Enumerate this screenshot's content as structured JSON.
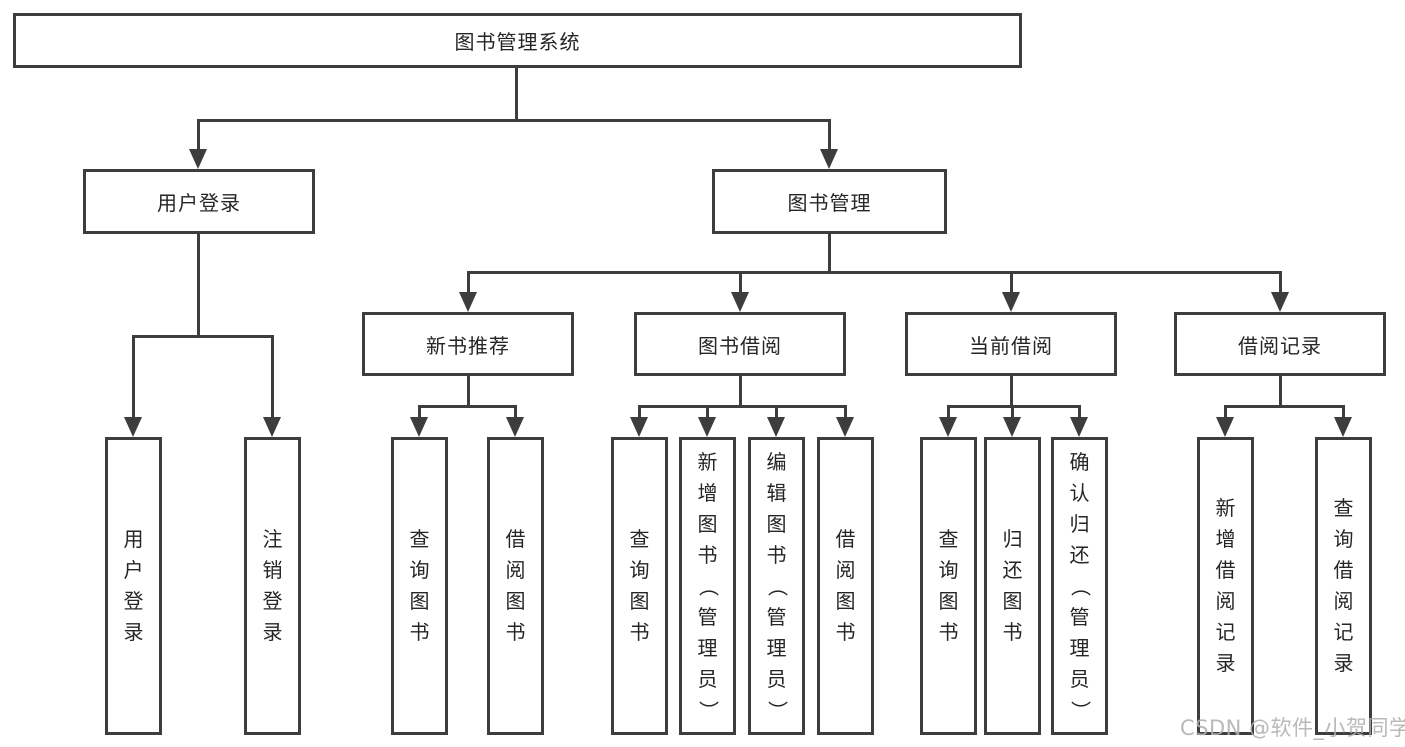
{
  "nodes": {
    "root": "图书管理系统",
    "l2": [
      "用户登录",
      "图书管理"
    ],
    "l3": [
      "新书推荐",
      "图书借阅",
      "当前借阅",
      "借阅记录"
    ],
    "leaves": {
      "user": [
        "用户登录",
        "注销登录"
      ],
      "recommend": [
        "查询图书",
        "借阅图书"
      ],
      "borrow": [
        "查询图书",
        "新增图书（管理员）",
        "编辑图书（管理员）",
        "借阅图书"
      ],
      "current": [
        "查询图书",
        "归还图书",
        "确认归还（管理员）"
      ],
      "records": [
        "新增借阅记录",
        "查询借阅记录"
      ]
    }
  },
  "watermark": "CSDN @软件_小贺同学",
  "colors": {
    "line": "#3d3d3d",
    "text": "#262626",
    "watermark": "#b0b0b0",
    "background": "#ffffff"
  }
}
